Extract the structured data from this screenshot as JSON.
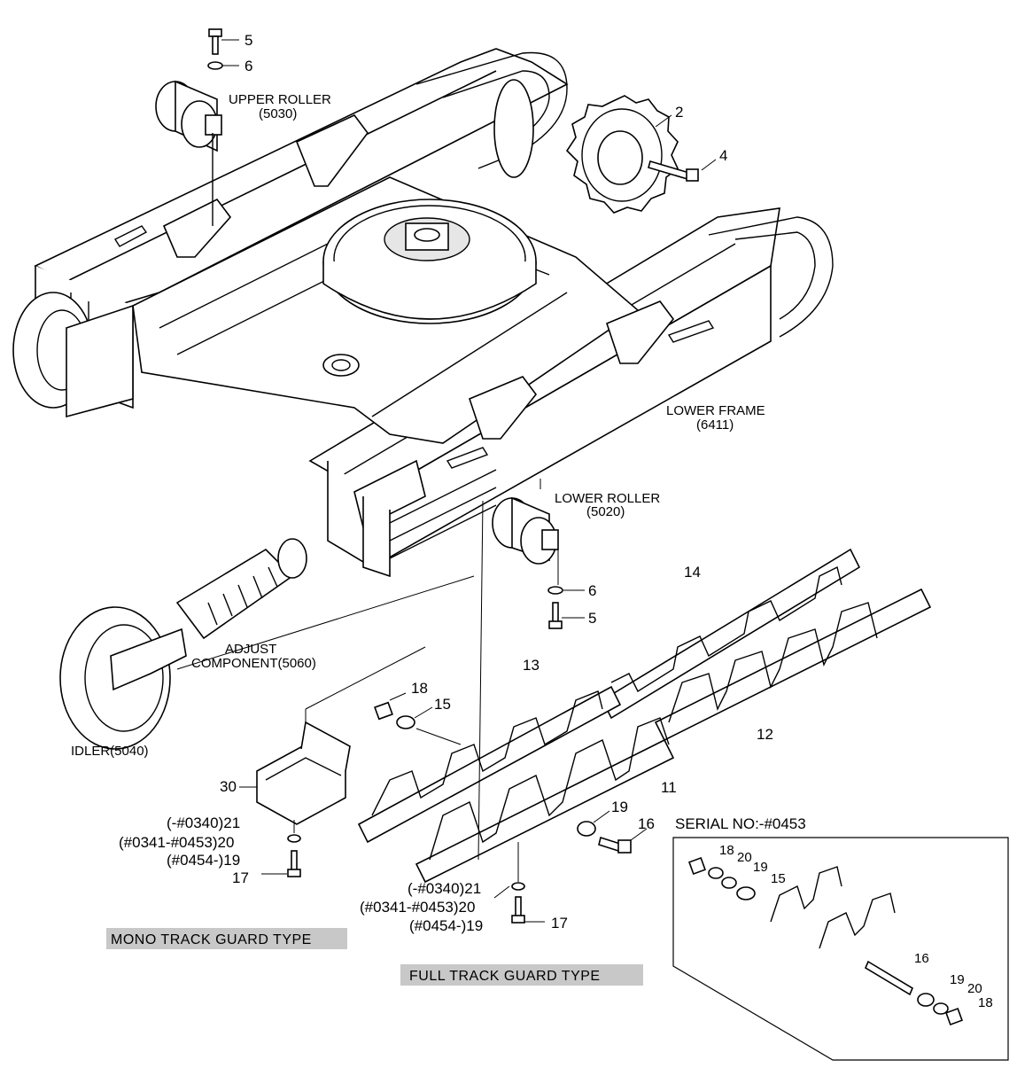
{
  "components": {
    "upper_roller": {
      "name": "UPPER ROLLER",
      "code": "(5030)"
    },
    "lower_frame": {
      "name": "LOWER FRAME",
      "code": "(6411)"
    },
    "lower_roller": {
      "name": "LOWER ROLLER",
      "code": "(5020)"
    },
    "adjust": {
      "name1": "ADJUST",
      "name2": "COMPONENT(5060)"
    },
    "idler": {
      "name": "IDLER(5040)"
    }
  },
  "callouts": {
    "c5_top": "5",
    "c6_top": "6",
    "c2": "2",
    "c4": "4",
    "c6_low": "6",
    "c5_low": "5",
    "c14": "14",
    "c13": "13",
    "c12": "12",
    "c11": "11",
    "c18": "18",
    "c15": "15",
    "c19": "19",
    "c16": "16",
    "c30": "30",
    "c17_mono": "17",
    "c17_full": "17"
  },
  "mono_notes": [
    "(-#0340)21",
    "(#0341-#0453)20",
    "(#0454-)19"
  ],
  "full_notes": [
    "(-#0340)21",
    "(#0341-#0453)20",
    "(#0454-)19"
  ],
  "inset": {
    "title": "SERIAL NO:-#0453",
    "labels": {
      "i18a": "18",
      "i20a": "20",
      "i19a": "19",
      "i15": "15",
      "i16": "16",
      "i19b": "19",
      "i20b": "20",
      "i18b": "18"
    }
  },
  "banners": {
    "mono": "MONO TRACK GUARD TYPE",
    "full": "FULL TRACK GUARD TYPE"
  },
  "colors": {
    "line": "#000000",
    "paper": "#ffffff",
    "banner_fill": "#c8c8c8"
  }
}
